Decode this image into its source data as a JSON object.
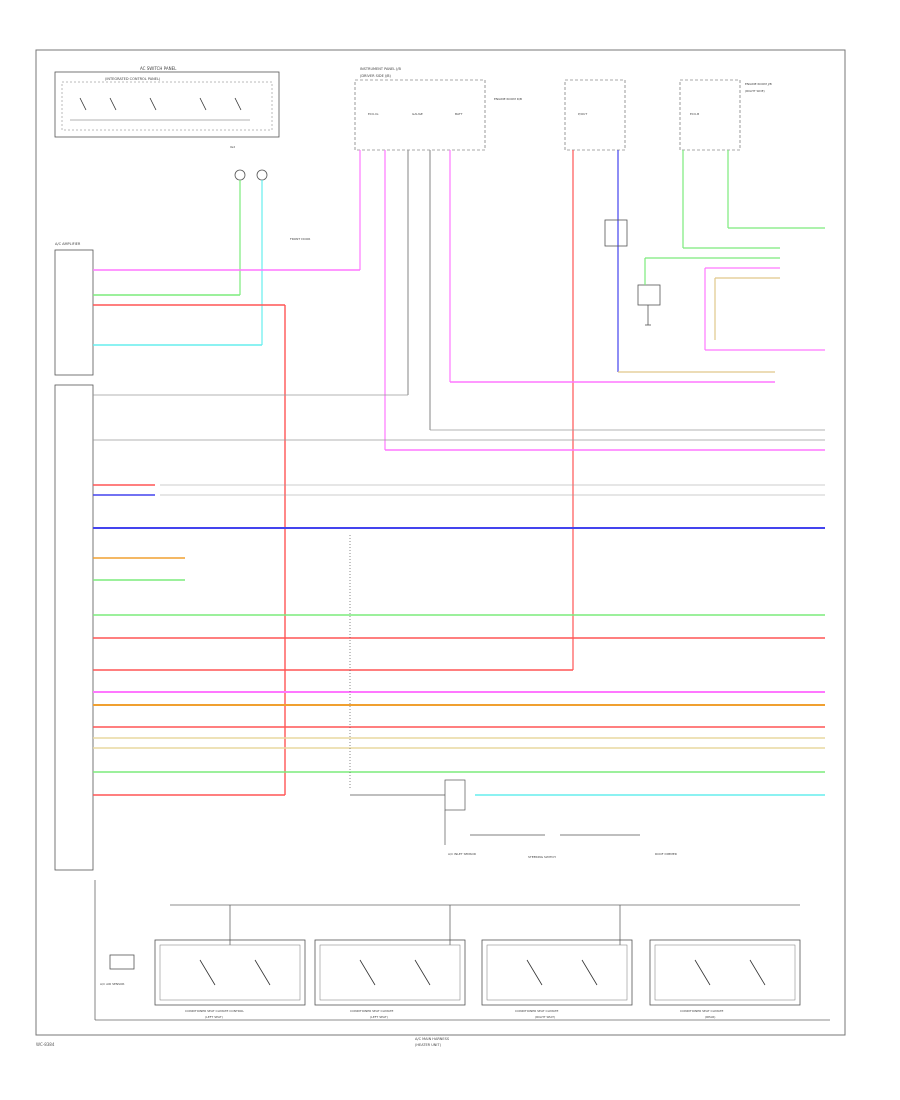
{
  "footer_code": "WC-8384",
  "colors": {
    "frame": "#666666",
    "lt_green": "#7CEB7C",
    "pink": "#FF77FF",
    "red": "#FF5555",
    "blue": "#4444EE",
    "cyan": "#66EEEE",
    "orange": "#F0A030",
    "tan": "#E0C88A",
    "gray": "#9A9A9A",
    "yellow_tan": "#E8D8A0"
  },
  "labels": {
    "top_left_module": "AC SWITCH PANEL",
    "top_left_module_sub": "(INTEGRATED CONTROL PANEL)",
    "junction_block": "INSTRUMENT PANEL J/B",
    "junction_block_sub": "(DRIVER SIDE J/B)",
    "fuse_a": "ECU-IG",
    "fuse_b": "GAUGE",
    "fuse_c": "BATT",
    "fuse_d": "P/OUT",
    "fuse_e": "ECU-B",
    "mid_label_a": "ENGINE ROOM R/B",
    "mid_label_b": "FRONT DOOR",
    "right_top_label": "ENGINE ROOM J/B",
    "right_top_sub": "(RIGHT SIDE)",
    "left_module": "A/C AMPLIFIER",
    "ground_label": "IG2",
    "bottom_harness": "A/C MAIN HARNESS",
    "bottom_harness_sub": "(HEATER UNIT)",
    "switch_1": "CONDITIONER SEAT CLIMATE CONTROL",
    "switch_1_sub": "(LEFT SEAT)",
    "switch_2": "CONDITIONER SEAT CLIMATE",
    "switch_2_sub": "(LEFT SEAT)",
    "switch_3": "CONDITIONER SEAT CLIMATE",
    "switch_3_sub": "(RIGHT SEAT)",
    "switch_4": "CONDITIONER SEAT CLIMATE",
    "switch_4_sub": "(REAR)",
    "left_device": "A/C AIR SENSOR",
    "center_device_1": "A/C INLET SENSOR",
    "center_device_2": "STEERING SWITCH",
    "right_device": "ROOF DIMMER"
  }
}
